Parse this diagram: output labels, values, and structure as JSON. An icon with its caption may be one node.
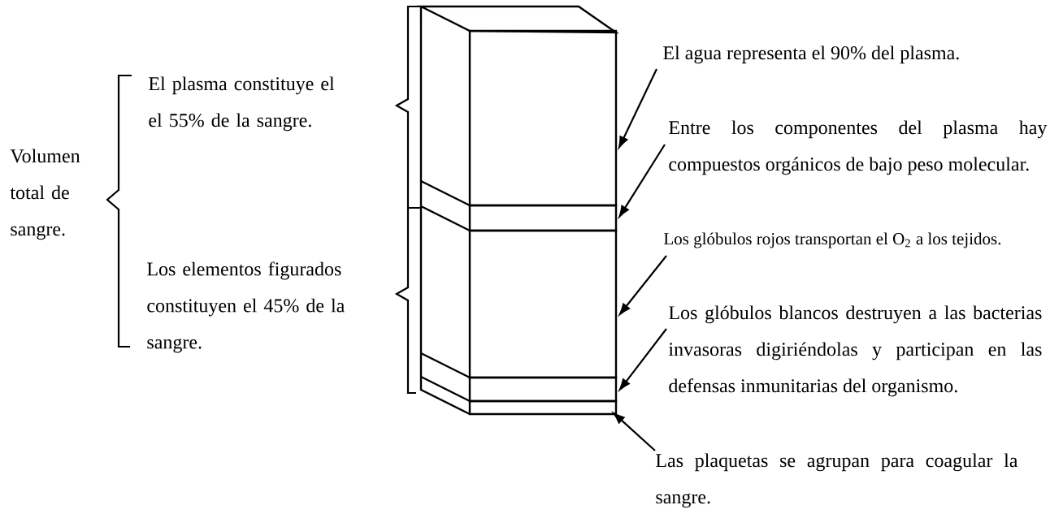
{
  "diagram": {
    "nodes": [
      {
        "text": [
          "El agua representa el 90% del plasma."
        ]
      },
      {
        "text": [
          "Entre los componentes del plasma hay compuestos orgánicos de bajo peso molecular."
        ]
      },
      {
        "text": [
          "Los glóbulos rojos transportan el O$_{2}$ a los tejidos."
        ]
      },
      {
        "text": [
          "Los glóbulos blancos destruyen a las bacterias invasoras digiriéndolas y participan en las defensas inmunitarias del organismo."
        ]
      },
      {
        "text": [
          "Las plaquetas se agrupan para coagular la sangre."
        ]
      },
      {
        "text": [],
        "shape": "box"
      },
      {
        "text": [],
        "shape": "box"
      },
      {
        "text": [],
        "shape": "box"
      },
      {
        "text": [],
        "shape": "box"
      },
      {
        "text": [],
        "shape": "box"
      }
    ],
    "edges": [
      {
        "from": 0,
        "to": 5,
        "arrow": "to"
      },
      {
        "from": 1,
        "to": 6,
        "arrow": "to"
      },
      {
        "from": 2,
        "to": 7,
        "arrow": "to"
      },
      {
        "from": 3,
        "to": 8,
        "arrow": "to"
      },
      {
        "from": 4,
        "to": 9,
        "arrow": "to"
      }
    ],
    "labels": [
      "Volumen total de sangre.",
      "El plasma constituye el el 55% de la sangre.",
      "Los elementos figurados constituyen el 45% de la sangre."
    ]
  }
}
